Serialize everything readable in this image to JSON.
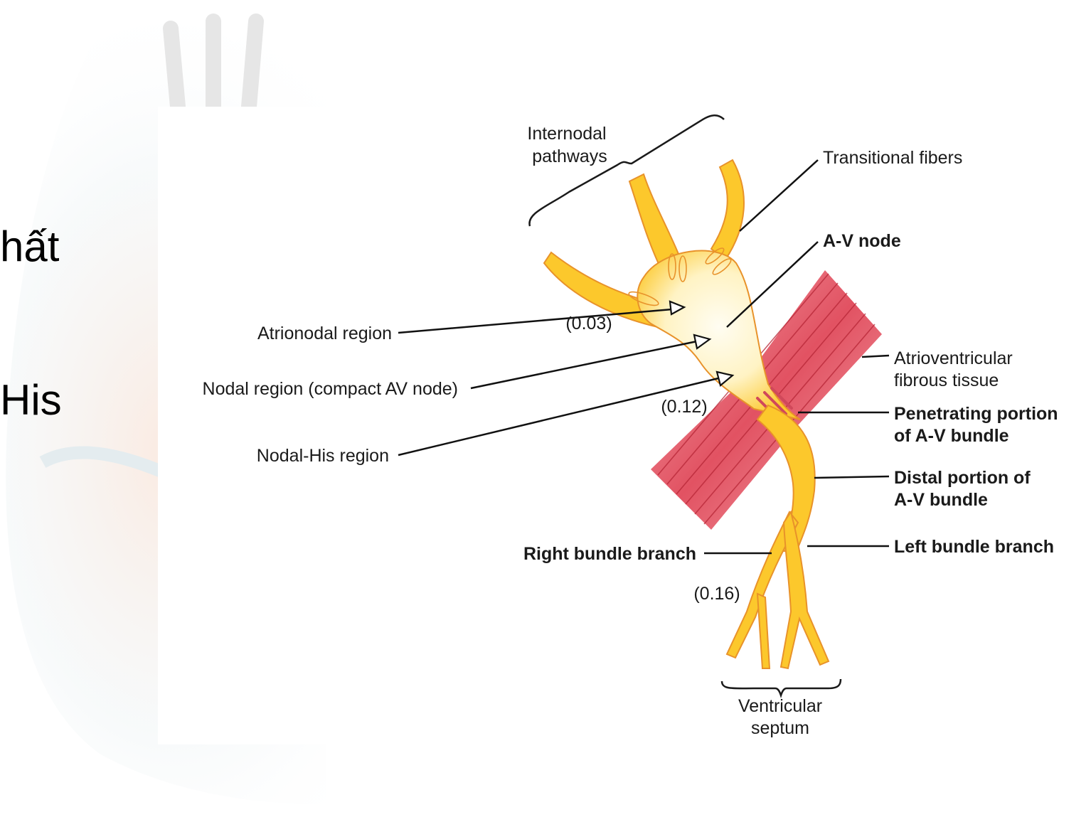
{
  "slide": {
    "text_line_1": "hất",
    "text_line_2": "His"
  },
  "diagram": {
    "labels": {
      "internodal_1": "Internodal",
      "internodal_2": "pathways",
      "transitional": "Transitional fibers",
      "av_node": "A-V node",
      "atrionodal": "Atrionodal region",
      "nodal": "Nodal region (compact AV node)",
      "nodal_his": "Nodal-His region",
      "av_fibrous_1": "Atrioventricular",
      "av_fibrous_2": "fibrous tissue",
      "penetrating_1": "Penetrating portion",
      "penetrating_2": "of A-V bundle",
      "distal_1": "Distal portion of",
      "distal_2": "A-V bundle",
      "right_branch": "Right bundle branch",
      "left_branch": "Left bundle branch",
      "septum_1": "Ventricular",
      "septum_2": "septum"
    },
    "timings": {
      "t1": "(0.03)",
      "t2": "(0.12)",
      "t3": "(0.16)"
    },
    "colors": {
      "conduction_fill": "#fcc82c",
      "conduction_light": "#fff7d6",
      "outline": "#e8922a",
      "muscle": "#e0495a",
      "muscle_dark": "#b72636"
    }
  }
}
